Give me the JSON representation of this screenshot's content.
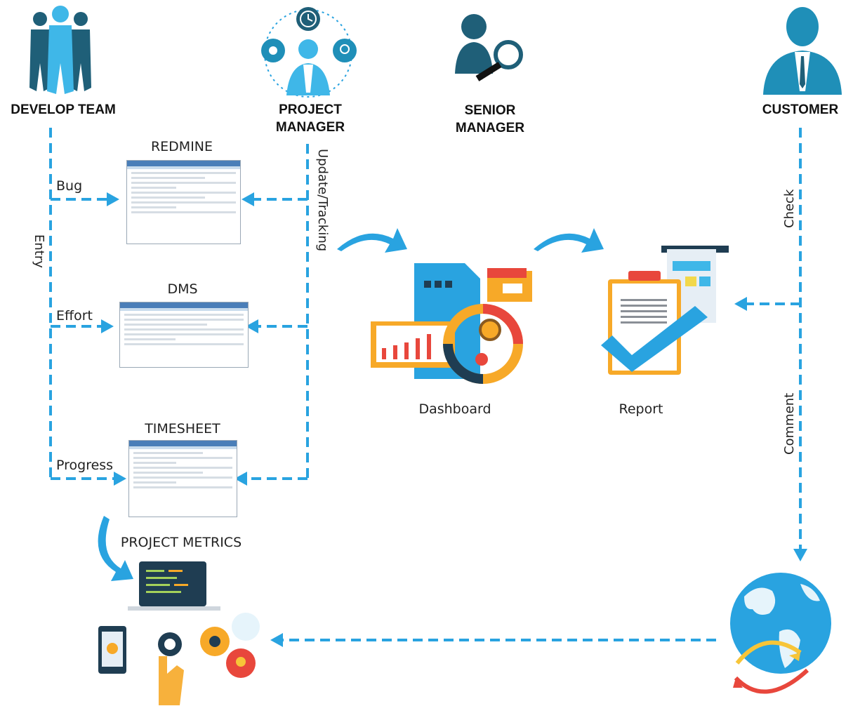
{
  "roles": {
    "develop_team": "DEVELOP TEAM",
    "project_manager_line1": "PROJECT",
    "project_manager_line2": "MANAGER",
    "senior_manager_line1": "SENIOR",
    "senior_manager_line2": "MANAGER",
    "customer": "CUSTOMER"
  },
  "tools": {
    "redmine": "REDMINE",
    "dms": "DMS",
    "timesheet": "TIMESHEET",
    "project_metrics": "PROJECT METRICS"
  },
  "flows": {
    "bug": "Bug",
    "effort": "Effort",
    "progress": "Progress",
    "entry": "Entry",
    "update_tracking": "Update/Tracking",
    "check": "Check",
    "comment": "Comment"
  },
  "outputs": {
    "dashboard": "Dashboard",
    "report": "Report"
  },
  "colors": {
    "arrow_blue": "#29a3e0",
    "dark_teal": "#1f5f78",
    "mid_teal": "#1f8fb8",
    "light_blue": "#3fb7e8",
    "orange": "#f7a928",
    "red": "#e8473c",
    "gear_red": "#e2534a"
  },
  "icons": {
    "develop_team": "team-people-icon",
    "project_manager": "manager-with-clock-gear-bulb-icon",
    "senior_manager": "manager-magnifier-icon",
    "customer": "customer-person-icon",
    "dashboard": "dashboard-charts-icon",
    "report": "report-clipboard-check-icon",
    "globe": "globe-refresh-icon",
    "metrics": "laptop-devices-icon"
  }
}
